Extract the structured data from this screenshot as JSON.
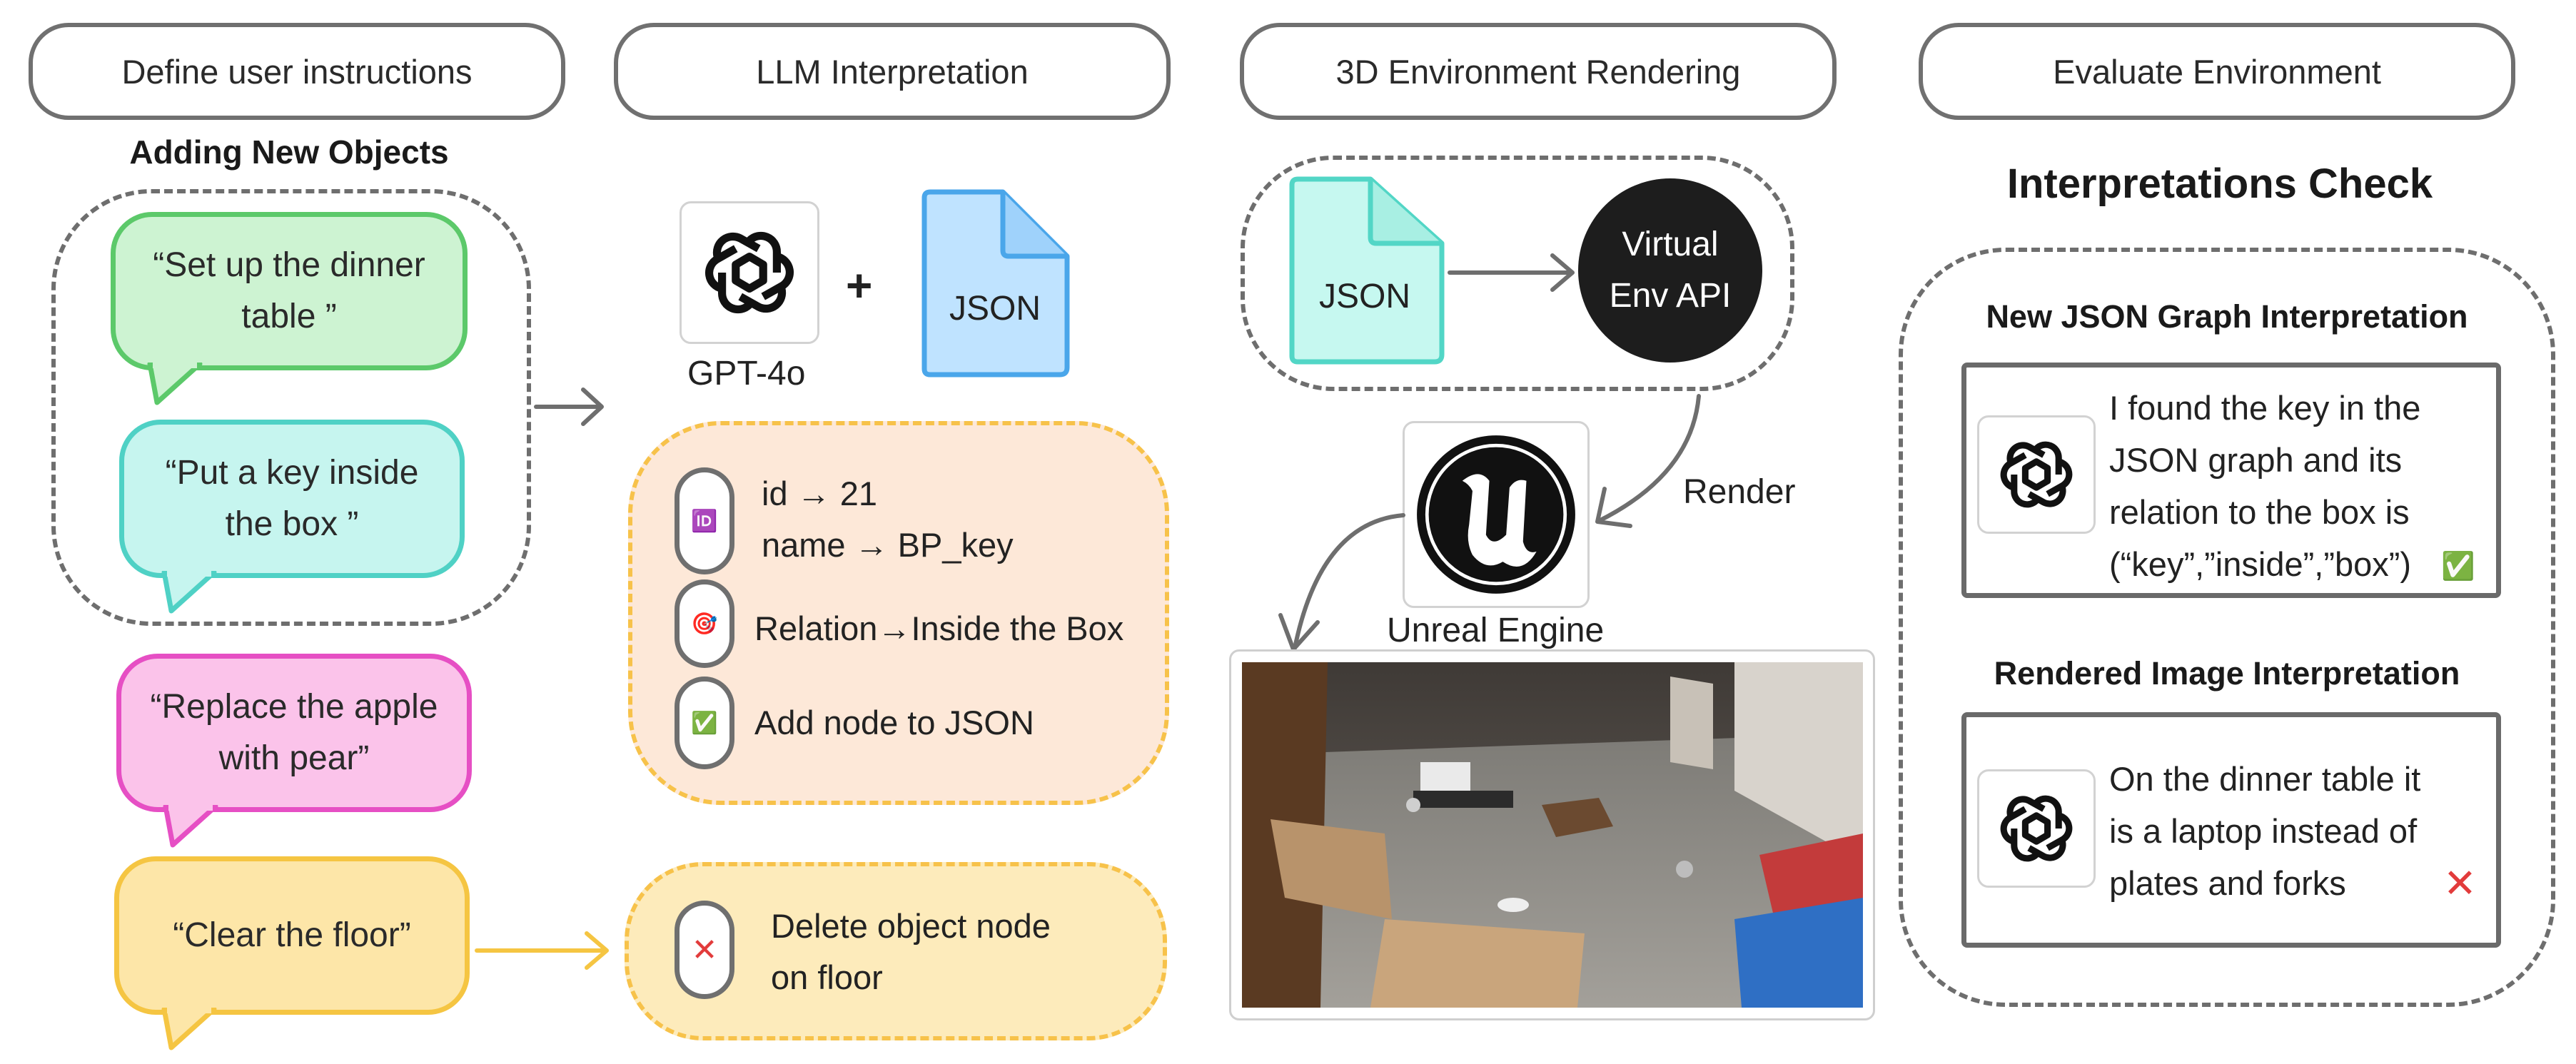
{
  "headers": {
    "define": "Define user instructions",
    "llm": "LLM Interpretation",
    "render": "3D Environment Rendering",
    "evaluate": "Evaluate Environment"
  },
  "instructions": {
    "group_title": "Adding New Objects",
    "bubbles": [
      {
        "line1": "“Set up the dinner",
        "line2": "table ”",
        "color": "#cdf3d2",
        "border": "#5cc96a"
      },
      {
        "line1": "“Put a key inside",
        "line2": "the box ”",
        "color": "#c6f5ef",
        "border": "#4fd1c5"
      },
      {
        "line1": "“Replace the apple",
        "line2": "with pear”",
        "color": "#fbc3ea",
        "border": "#e64fc4"
      },
      {
        "line1": "“Clear the floor”",
        "line2": "",
        "color": "#fde6a8",
        "border": "#f5c542"
      }
    ]
  },
  "llm": {
    "model_label": "GPT-4o",
    "plus": "+",
    "json_label": "JSON",
    "steps": [
      {
        "icon": "🆔",
        "icon_name": "id-icon",
        "line1": "id → 21",
        "line2": "name → BP_key"
      },
      {
        "icon": "🎯",
        "icon_name": "target-icon",
        "line1": "Relation→Inside the Box",
        "line2": ""
      },
      {
        "icon": "✅",
        "icon_name": "check-mark-icon",
        "line1": "Add node to JSON",
        "line2": ""
      }
    ],
    "delete_step": {
      "icon": "✕",
      "icon_name": "cross-icon",
      "line1": "Delete object node",
      "line2": "on floor"
    }
  },
  "render": {
    "json_label": "JSON",
    "api_line1": "Virtual",
    "api_line2": "Env API",
    "render_label": "Render",
    "engine_label": "Unreal Engine"
  },
  "evaluate": {
    "title": "Interpretations Check",
    "json_section_title": "New JSON Graph Interpretation",
    "json_text": [
      "I found the key in the",
      "JSON graph and its",
      "relation to the box is",
      "(“key”,”inside”,”box”)"
    ],
    "json_mark": "✅",
    "image_section_title": "Rendered Image Interpretation",
    "image_text": [
      "On the dinner table it",
      "is a laptop instead of",
      "plates and forks"
    ],
    "image_mark": "✕"
  },
  "colors": {
    "json_blue_fill": "#bfe3ff",
    "json_blue_border": "#4aa6ea",
    "json_teal_fill": "#c6f8f0",
    "json_teal_border": "#52d6c6",
    "step_box_fill": "#fde8d8",
    "step_box_border": "#f7c24a",
    "delete_box_fill": "#fdebbb",
    "api_fill": "#1d1d1d",
    "green_check": "#3bb54a",
    "red_cross": "#e23b3b"
  }
}
